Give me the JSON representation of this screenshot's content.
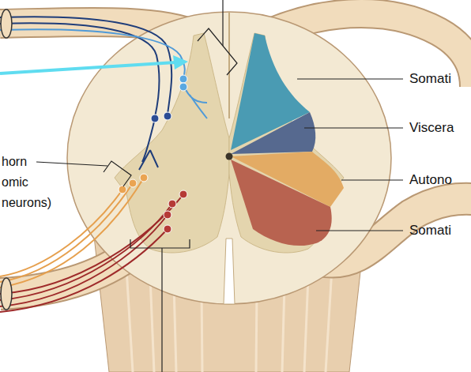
{
  "diagram": {
    "labels": [
      "Somati",
      "Viscera",
      "Autono",
      "Somati",
      "horn omic neurons)"
    ]
  }
}
